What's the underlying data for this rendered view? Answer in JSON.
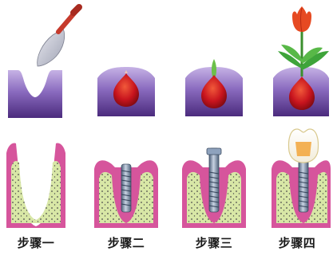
{
  "steps": [
    {
      "label": "步骤一"
    },
    {
      "label": "步骤二"
    },
    {
      "label": "步骤三"
    },
    {
      "label": "步骤四"
    }
  ],
  "colors": {
    "soil_top": "#b6a1d9",
    "soil_bottom": "#4b2b7d",
    "bulb": "#c8141e",
    "gum": "#d6559c",
    "bone": "#d8e7a6",
    "implant": "#7f93ad",
    "leaf": "#3ea43a",
    "flower": "#e64a22"
  }
}
